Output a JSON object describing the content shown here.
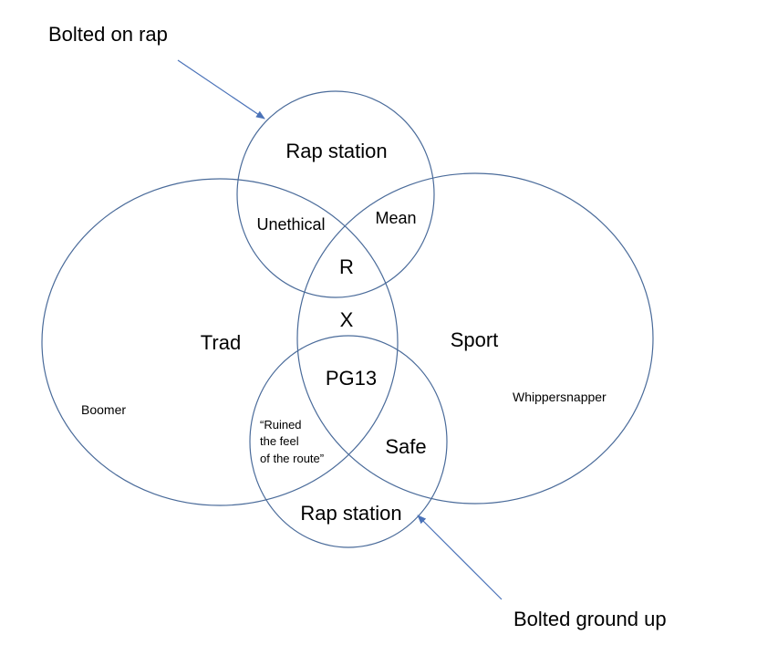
{
  "colors": {
    "outline": "#4a6b9a",
    "arrow": "#4a72b8",
    "text": "#000000"
  },
  "diagram": {
    "type": "venn",
    "circles": [
      {
        "id": "rap-top",
        "label": "Rap station"
      },
      {
        "id": "trad",
        "label": "Trad"
      },
      {
        "id": "sport",
        "label": "Sport"
      },
      {
        "id": "rap-bottom",
        "label": "Rap station"
      }
    ],
    "regions": {
      "unethical": "Unethical",
      "mean": "Mean",
      "r": "R",
      "x": "X",
      "pg13": "PG13",
      "safe": "Safe",
      "ruined_lines": [
        "“Ruined",
        "the feel",
        "of the route”"
      ]
    },
    "sublabels": {
      "boomer": "Boomer",
      "whippersnapper": "Whippersnapper"
    },
    "annotations": {
      "bolted_on_rap": "Bolted on rap",
      "bolted_ground_up": "Bolted ground up"
    }
  }
}
